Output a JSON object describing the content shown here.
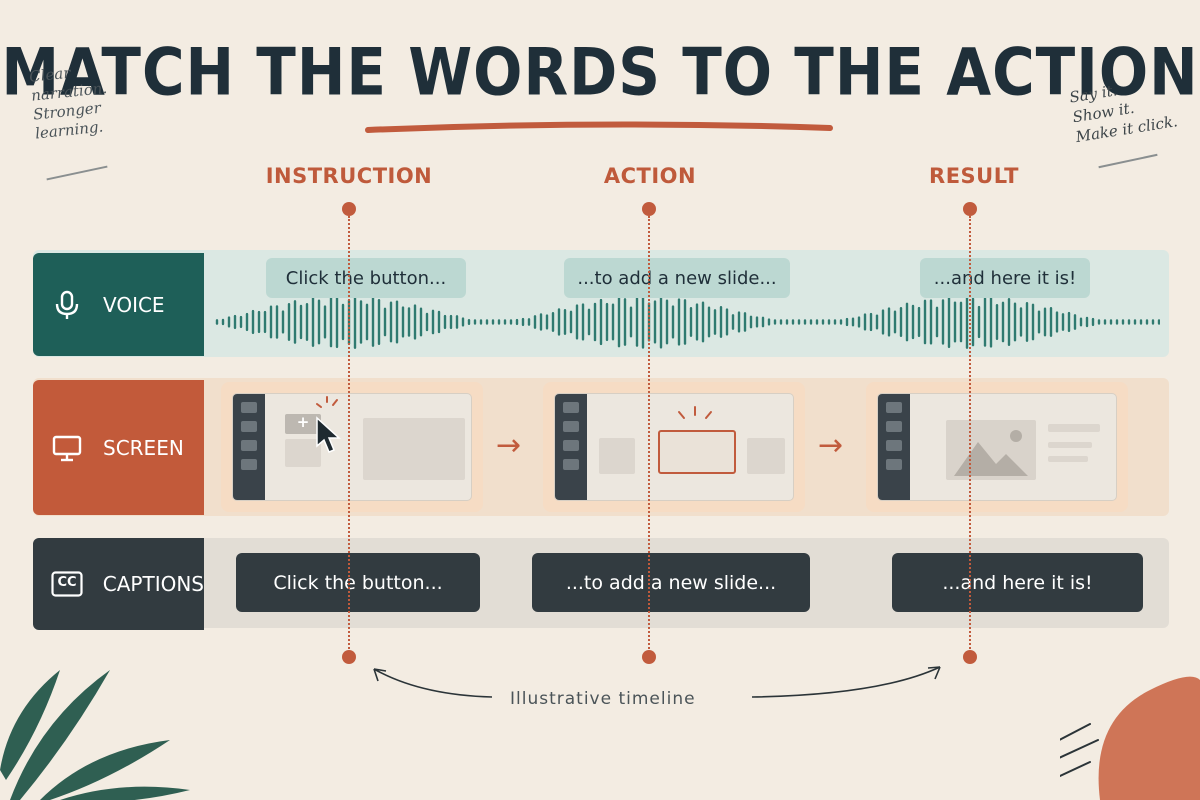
{
  "title": "MATCH THE WORDS TO THE ACTION",
  "note_left": [
    "Clear",
    "narration.",
    "Stronger",
    "learning."
  ],
  "note_right": [
    "Say it.",
    "Show it.",
    "Make it click."
  ],
  "columns": [
    "INSTRUCTION",
    "ACTION",
    "RESULT"
  ],
  "rows": {
    "voice": "VOICE",
    "screen": "SCREEN",
    "captions": "CAPTIONS"
  },
  "voice_bubbles": [
    "Click the button...",
    "...to add a new slide...",
    "...and here it is!"
  ],
  "captions": [
    "Click the button...",
    "...to add a new slide...",
    "...and here it is!"
  ],
  "cc_badge": "CC",
  "plus_glyph": "+",
  "timeline_label": "Illustrative timeline",
  "icons": [
    "microphone-icon",
    "monitor-icon",
    "closed-captions-icon",
    "cursor-icon",
    "image-placeholder-icon"
  ],
  "colors": {
    "background": "#f3ece2",
    "accent": "#c15b3d",
    "voice": "#1e5f58",
    "screen": "#c25a3a",
    "captions": "#323b40",
    "title": "#1f2f39"
  }
}
